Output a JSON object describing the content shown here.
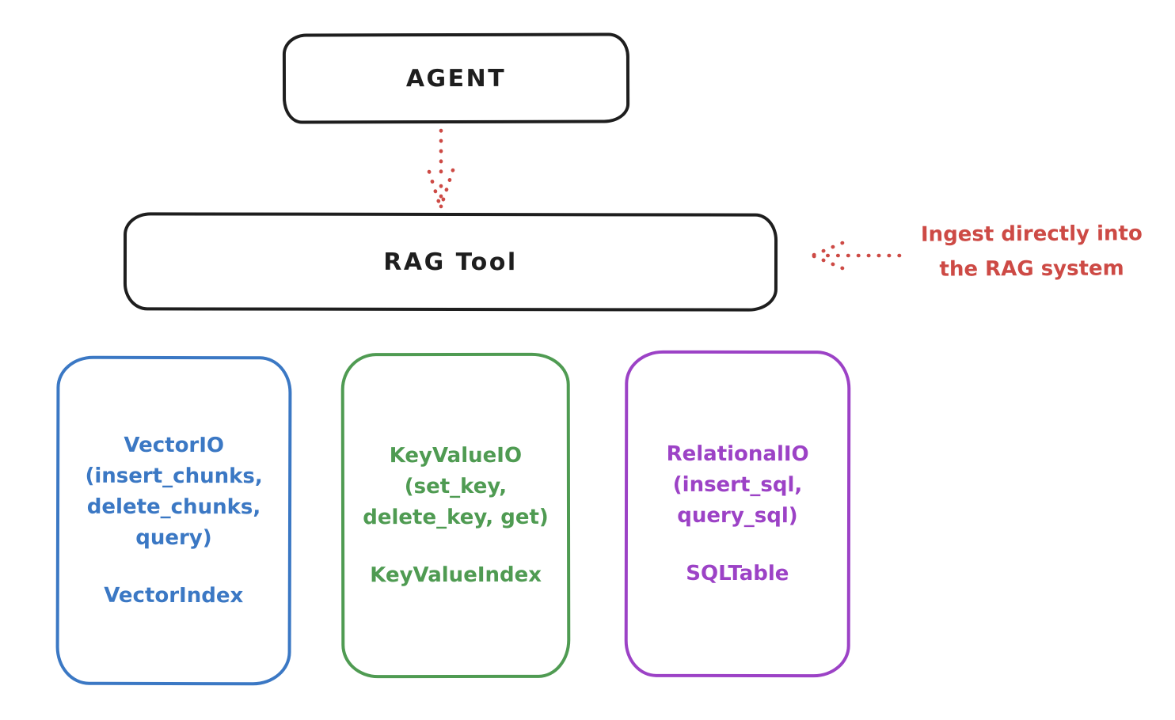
{
  "colors": {
    "ink": "#1e1e1e",
    "red": "#cd4a45",
    "blue": "#3b78c4",
    "green": "#4f9b52",
    "purple": "#9c42c6",
    "background": "#ffffff"
  },
  "nodes": {
    "agent": {
      "label": "AGENT"
    },
    "rag_tool": {
      "label": "RAG Tool"
    }
  },
  "edges": {
    "agent_to_rag": {
      "style": "dotted",
      "color": "#cd4a45",
      "direction": "down"
    },
    "ingest_to_rag": {
      "style": "dotted",
      "color": "#cd4a45",
      "direction": "left"
    }
  },
  "annotation": {
    "line1": "Ingest directly into",
    "line2": "the RAG system",
    "color": "#cd4a45"
  },
  "backends": [
    {
      "id": "vector-io",
      "color": "#3b78c4",
      "lines": [
        "VectorIO",
        "(insert_chunks,",
        "delete_chunks,",
        "query)"
      ],
      "index_label": "VectorIndex"
    },
    {
      "id": "keyvalue-io",
      "color": "#4f9b52",
      "lines": [
        "KeyValueIO",
        "(set_key,",
        "delete_key, get)"
      ],
      "index_label": "KeyValueIndex"
    },
    {
      "id": "relational-io",
      "color": "#9c42c6",
      "lines": [
        "RelationalIO",
        "(insert_sql,",
        "query_sql)"
      ],
      "index_label": "SQLTable"
    }
  ]
}
